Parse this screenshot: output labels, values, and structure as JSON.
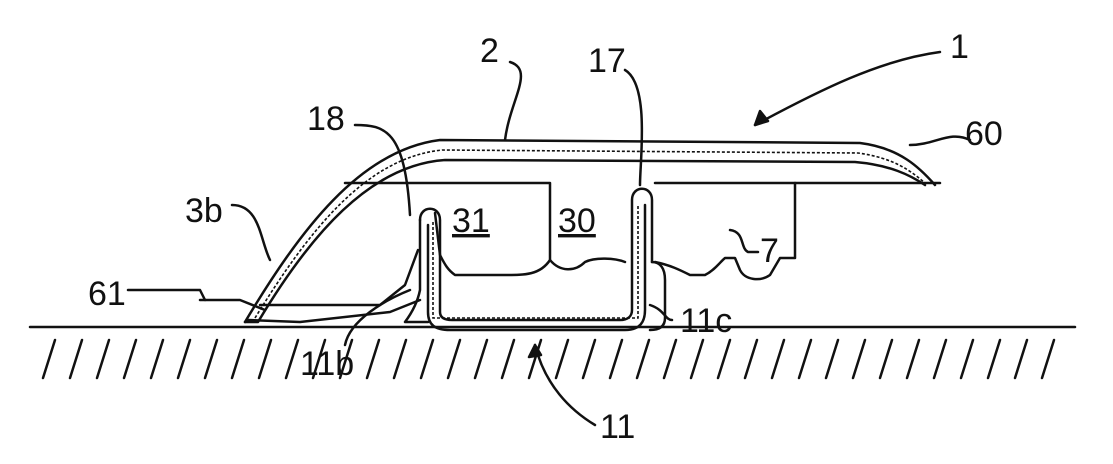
{
  "labels": {
    "assembly": "1",
    "cover": "2",
    "part_17": "17",
    "part_18": "18",
    "edge_60": "60",
    "part_3b": "3b",
    "chamber_31": "31",
    "chamber_30": "30",
    "part_7": "7",
    "edge_61": "61",
    "flange_11c": "11c",
    "flange_11b": "11b",
    "base_rail_11": "11"
  }
}
